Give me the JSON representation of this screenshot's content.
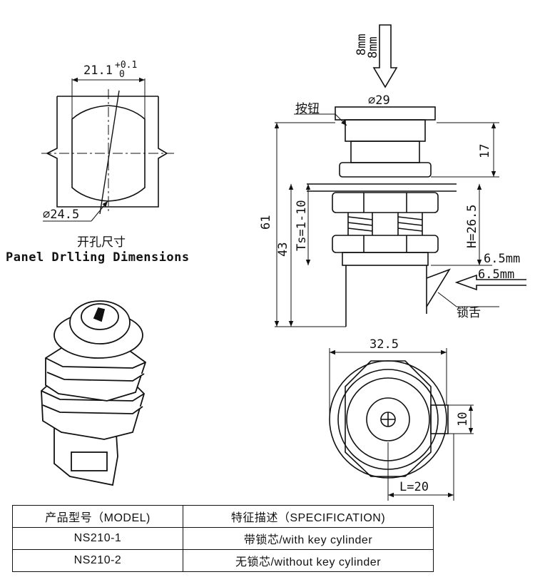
{
  "drilling": {
    "width_dim": "21.1",
    "tol_upper": "+0.1",
    "tol_lower": "0",
    "diameter_dim": "⌀24.5",
    "caption_cn": "开孔尺寸",
    "caption_en": "Panel Drlling Dimensions"
  },
  "side_view": {
    "push_force_a": "8mm",
    "push_force_b": "8mm",
    "button_label": "按钮",
    "button_dia": "⌀29",
    "dim_17": "17",
    "dim_61": "61",
    "dim_43": "43",
    "dim_ts": "Ts=1-10",
    "dim_h": "H=26.5",
    "travel_a": "6.5mm",
    "travel_b": "6.5mm",
    "tongue_label": "锁舌"
  },
  "front_view": {
    "dim_width": "32.5",
    "dim_10": "10",
    "dim_l": "L=20"
  },
  "table": {
    "headers": [
      "产品型号（MODEL)",
      "特征描述（SPECIFICATION)"
    ],
    "rows": [
      {
        "model": "NS210-1",
        "spec": "带锁芯/with key cylinder"
      },
      {
        "model": "NS210-2",
        "spec": "无锁芯/without key cylinder"
      }
    ]
  }
}
